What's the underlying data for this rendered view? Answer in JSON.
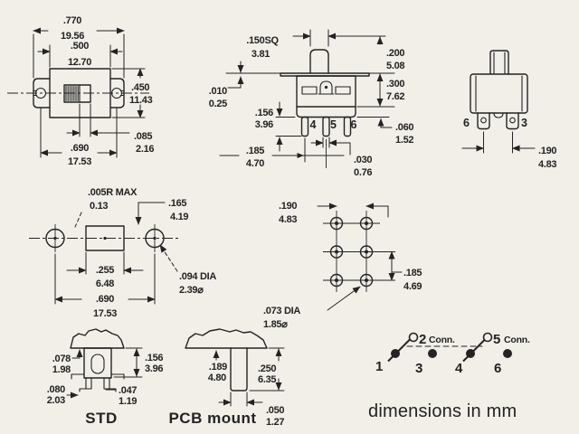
{
  "canvas": {
    "background": "#f1efe8",
    "ink": "#232323"
  },
  "note": "dimensions in mm",
  "top_view": {
    "overall_width": {
      "in": ".770",
      "mm": "19.56"
    },
    "body_width": {
      "in": ".500",
      "mm": "12.70"
    },
    "body_height": {
      "in": ".450",
      "mm": "11.43"
    },
    "knob_width": {
      "in": ".085",
      "mm": "2.16"
    },
    "mounting_centers": {
      "in": ".690",
      "mm": "17.53"
    }
  },
  "front_view": {
    "actuator_square": {
      "in": ".150SQ",
      "mm": "3.81"
    },
    "plate_thickness": {
      "in": ".010",
      "mm": "0.25"
    },
    "terminal_length": {
      "in": ".156",
      "mm": "3.96"
    },
    "terminal_offset": {
      "in": ".185",
      "mm": "4.70"
    },
    "actuator_height": {
      "in": ".200",
      "mm": "5.08"
    },
    "body_height": {
      "in": ".300",
      "mm": "7.62"
    },
    "skirt_height": {
      "in": ".060",
      "mm": "1.52"
    },
    "terminal_thickness": {
      "in": ".030",
      "mm": "0.76"
    },
    "pins": [
      "4",
      "5",
      "6"
    ]
  },
  "end_view": {
    "pins": [
      "6",
      "3"
    ],
    "terminal_spacing": {
      "in": ".190",
      "mm": "4.83"
    }
  },
  "panel_cutout": {
    "corner_radius": {
      "in": ".005R MAX",
      "mm": "0.13"
    },
    "slot_height": {
      "in": ".165",
      "mm": "4.19"
    },
    "slot_length": {
      "in": ".255",
      "mm": "6.48"
    },
    "hole_centers": {
      "in": ".690",
      "mm": "17.53"
    },
    "hole_dia": {
      "in": ".094 DIA",
      "mm": "2.39⌀"
    }
  },
  "pcb_pattern": {
    "column_spacing": {
      "in": ".190",
      "mm": "4.83"
    },
    "row_spacing": {
      "in": ".185",
      "mm": "4.69"
    },
    "hole_dia": {
      "in": ".073 DIA",
      "mm": "1.85⌀"
    }
  },
  "std_mount": {
    "label": "STD",
    "flange_height": {
      "in": ".078",
      "mm": "1.98"
    },
    "body_height": {
      "in": ".156",
      "mm": "3.96"
    },
    "tab_gap": {
      "in": ".047",
      "mm": "1.19"
    },
    "tab_width": {
      "in": ".080",
      "mm": "2.03"
    }
  },
  "pcb_mount": {
    "label": "PCB mount",
    "post_inset": {
      "in": ".189",
      "mm": "4.80"
    },
    "post_length": {
      "in": ".250",
      "mm": "6.35"
    },
    "post_width": {
      "in": ".050",
      "mm": "1.27"
    }
  },
  "schematic": {
    "pole1": {
      "num": "2",
      "label": "Conn."
    },
    "pole2": {
      "num": "5",
      "label": "Conn."
    },
    "pins": [
      "1",
      "3",
      "4",
      "6"
    ]
  }
}
